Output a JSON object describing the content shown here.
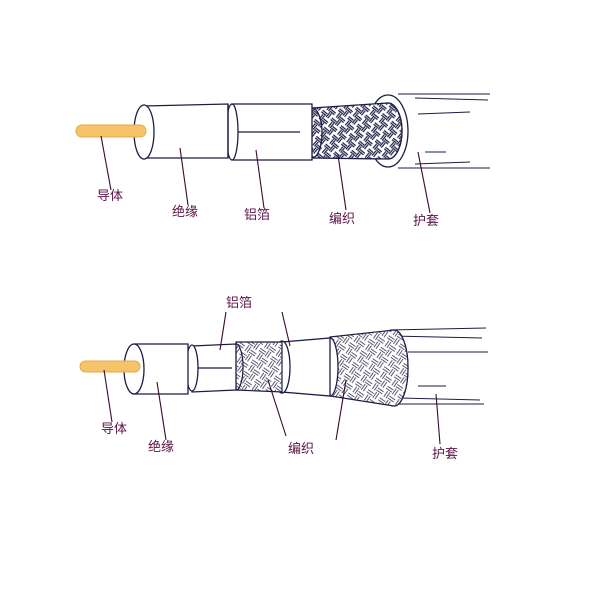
{
  "colors": {
    "outline": "#1c1c44",
    "label_text": "#5a1446",
    "conductor": "#f5c36a",
    "braid": "#1c1c44"
  },
  "cable_single": {
    "labels": {
      "conductor": "导体",
      "insulation": "绝缘",
      "foil": "铝箔",
      "braid": "编织",
      "jacket": "护套"
    }
  },
  "cable_double": {
    "labels": {
      "conductor": "导体",
      "insulation": "绝缘",
      "foil": "铝箔",
      "braid": "编织",
      "jacket": "护套"
    }
  }
}
